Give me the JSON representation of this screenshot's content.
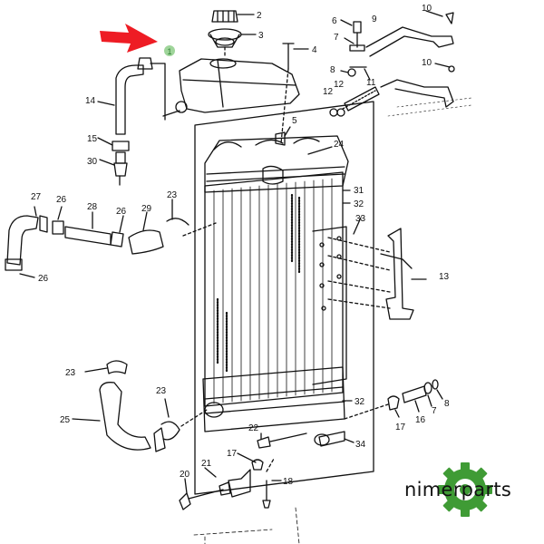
{
  "diagram": {
    "labels": [
      {
        "id": "p2",
        "text": "2"
      },
      {
        "id": "p3",
        "text": "3"
      },
      {
        "id": "p4",
        "text": "4"
      },
      {
        "id": "p5",
        "text": "5"
      },
      {
        "id": "p6",
        "text": "6"
      },
      {
        "id": "p7a",
        "text": "7"
      },
      {
        "id": "p8a",
        "text": "8"
      },
      {
        "id": "p9",
        "text": "9"
      },
      {
        "id": "p10a",
        "text": "10"
      },
      {
        "id": "p10b",
        "text": "10"
      },
      {
        "id": "p11",
        "text": "11"
      },
      {
        "id": "p12a",
        "text": "12"
      },
      {
        "id": "p12b",
        "text": "12"
      },
      {
        "id": "p14",
        "text": "14"
      },
      {
        "id": "p15",
        "text": "15"
      },
      {
        "id": "p30",
        "text": "30"
      },
      {
        "id": "p24",
        "text": "24"
      },
      {
        "id": "p31",
        "text": "31"
      },
      {
        "id": "p32a",
        "text": "32"
      },
      {
        "id": "p33",
        "text": "33"
      },
      {
        "id": "p13",
        "text": "13"
      },
      {
        "id": "p27",
        "text": "27"
      },
      {
        "id": "p26a",
        "text": "26"
      },
      {
        "id": "p28",
        "text": "28"
      },
      {
        "id": "p26b",
        "text": "26"
      },
      {
        "id": "p29",
        "text": "29"
      },
      {
        "id": "p23a",
        "text": "23"
      },
      {
        "id": "p26c",
        "text": "26"
      },
      {
        "id": "p23b",
        "text": "23"
      },
      {
        "id": "p23c",
        "text": "23"
      },
      {
        "id": "p25",
        "text": "25"
      },
      {
        "id": "p22",
        "text": "22"
      },
      {
        "id": "p32b",
        "text": "32"
      },
      {
        "id": "p34",
        "text": "34"
      },
      {
        "id": "p17a",
        "text": "17"
      },
      {
        "id": "p17b",
        "text": "17"
      },
      {
        "id": "p16",
        "text": "16"
      },
      {
        "id": "p7b",
        "text": "7"
      },
      {
        "id": "p8b",
        "text": "8"
      },
      {
        "id": "p21",
        "text": "21"
      },
      {
        "id": "p20",
        "text": "20"
      },
      {
        "id": "p18",
        "text": "18"
      }
    ],
    "callout_1": "1"
  },
  "brand": {
    "name": "nimerparts"
  },
  "colors": {
    "arrow": "#ee1c24",
    "gear": "#3f9b35",
    "callout": "#9fd59a"
  },
  "icons": [
    "red-arrow-icon",
    "gear-logo-icon"
  ]
}
